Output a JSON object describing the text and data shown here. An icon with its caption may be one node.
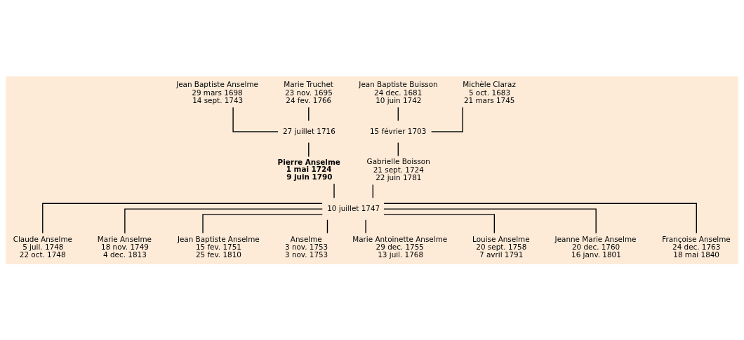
{
  "diagram": {
    "nodes": [
      {
        "text": [
          "Jean Baptiste Anselme",
          "29 mars 1698",
          "14 sept. 1743"
        ]
      },
      {
        "text": [
          "Marie Truchet",
          "23 nov. 1695",
          "24 fev. 1766"
        ]
      },
      {
        "text": [
          "Jean Baptiste Buisson",
          "24 dec. 1681",
          "10 juin 1742"
        ]
      },
      {
        "text": [
          "Michèle Claraz",
          "5 oct. 1683",
          "21 mars 1745"
        ]
      },
      {
        "text": [
          "27 juillet 1716"
        ]
      },
      {
        "text": [
          "15 février 1703"
        ]
      },
      {
        "text": [
          "Pierre Anselme",
          "1 mai 1724",
          "9 juin 1790"
        ]
      },
      {
        "text": [
          "Gabrielle Boisson",
          "21 sept. 1724",
          "22 juin 1781"
        ]
      },
      {
        "text": [
          "10 juillet 1747"
        ]
      },
      {
        "text": [
          "Claude Anselme",
          "5 juil. 1748",
          "22 oct. 1748"
        ]
      },
      {
        "text": [
          "Marie Anselme",
          "18 nov. 1749",
          "4 dec. 1813"
        ]
      },
      {
        "text": [
          "Jean Baptiste Anselme",
          "15 fev. 1751",
          "25 fev. 1810"
        ]
      },
      {
        "text": [
          "Anselme",
          "3 nov. 1753",
          "3 nov. 1753"
        ]
      },
      {
        "text": [
          "Marie Antoinette Anselme",
          "29 dec. 1755",
          "13 juil. 1768"
        ]
      },
      {
        "text": [
          "Louise Anselme",
          "20 sept. 1758",
          "7 avril 1791"
        ]
      },
      {
        "text": [
          "Jeanne Marie Anselme",
          "20 dec. 1760",
          "16 janv. 1801"
        ]
      },
      {
        "text": [
          "Françoise Anselme",
          "24 dec. 1763",
          "18 mai 1840"
        ]
      }
    ],
    "edges": [
      {
        "from": 0,
        "to": 4,
        "arrow": "none"
      },
      {
        "from": 1,
        "to": 4,
        "arrow": "none"
      },
      {
        "from": 2,
        "to": 5,
        "arrow": "none"
      },
      {
        "from": 3,
        "to": 5,
        "arrow": "none"
      },
      {
        "from": 4,
        "to": 6,
        "arrow": "none"
      },
      {
        "from": 5,
        "to": 7,
        "arrow": "none"
      },
      {
        "from": 6,
        "to": 8,
        "arrow": "none"
      },
      {
        "from": 7,
        "to": 8,
        "arrow": "none"
      },
      {
        "from": 8,
        "to": 9,
        "arrow": "none"
      },
      {
        "from": 8,
        "to": 10,
        "arrow": "none"
      },
      {
        "from": 8,
        "to": 11,
        "arrow": "none"
      },
      {
        "from": 8,
        "to": 12,
        "arrow": "none"
      },
      {
        "from": 8,
        "to": 13,
        "arrow": "none"
      },
      {
        "from": 8,
        "to": 14,
        "arrow": "none"
      },
      {
        "from": 8,
        "to": 15,
        "arrow": "none"
      },
      {
        "from": 8,
        "to": 16,
        "arrow": "none"
      }
    ]
  }
}
